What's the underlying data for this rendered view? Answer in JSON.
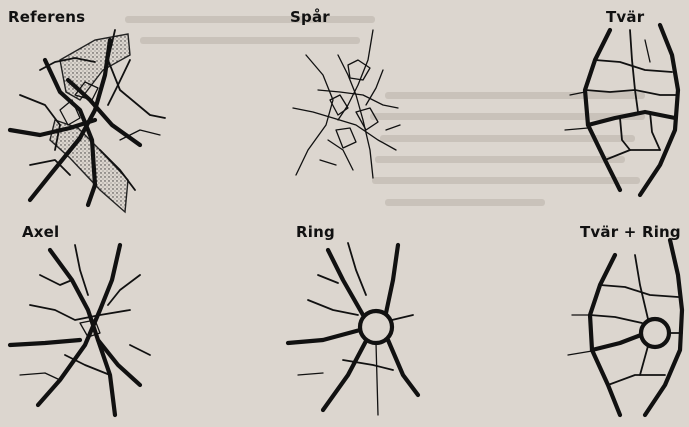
{
  "panels": [
    {
      "id": "referens",
      "label": "Referens"
    },
    {
      "id": "spar",
      "label": "Spår"
    },
    {
      "id": "tvar",
      "label": "Tvär"
    },
    {
      "id": "axel",
      "label": "Axel"
    },
    {
      "id": "ring",
      "label": "Ring"
    },
    {
      "id": "tvar-ring",
      "label": "Tvär + Ring"
    }
  ],
  "colors": {
    "background": "#dcd6cf",
    "ink": "#111111"
  }
}
